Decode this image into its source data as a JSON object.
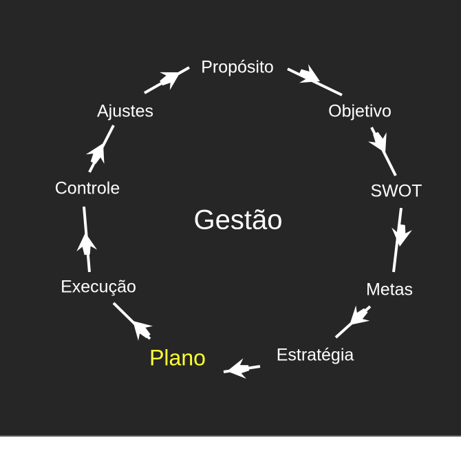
{
  "title": "Gestão",
  "steps": [
    "Propósito",
    "Objetivo",
    "SWOT",
    "Metas",
    "Estratégia",
    "Plano",
    "Execução",
    "Controle",
    "Ajustes"
  ],
  "colors": {
    "background": "#262626",
    "text": "#ffffff",
    "highlight": "#ffff33"
  },
  "highlighted_step": "Plano"
}
